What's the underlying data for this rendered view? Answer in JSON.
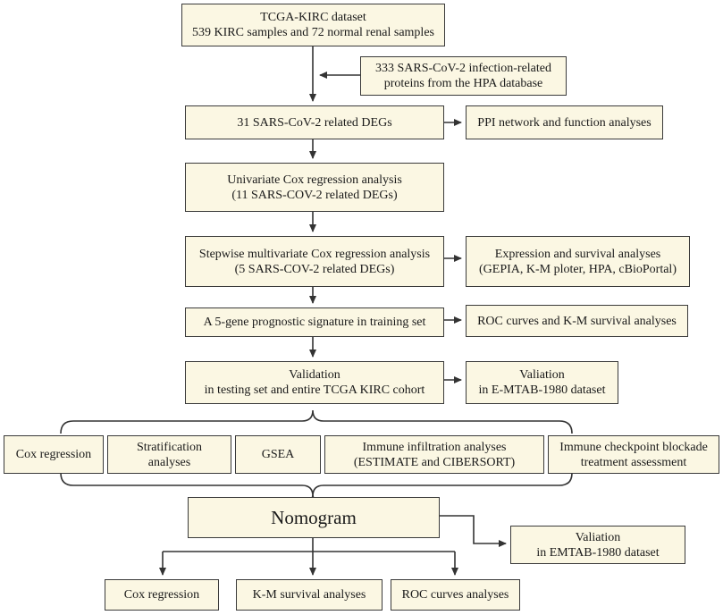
{
  "nodes": {
    "tcga": [
      "TCGA-KIRC dataset",
      "539 KIRC samples and 72 normal renal samples"
    ],
    "hpa": [
      "333  SARS-CoV-2 infection-related",
      "proteins from the HPA database"
    ],
    "degs31": [
      "31 SARS-CoV-2 related DEGs"
    ],
    "ppi": [
      "PPI network and function analyses"
    ],
    "univariate": [
      "Univariate Cox regression analysis",
      "(11 SARS-COV-2 related DEGs)"
    ],
    "stepwise": [
      "Stepwise multivariate Cox regression analysis",
      "(5 SARS-COV-2 related DEGs)"
    ],
    "expression": [
      "Expression and survival analyses",
      "(GEPIA, K-M ploter, HPA, cBioPortal)"
    ],
    "signature": [
      "A 5-gene prognostic signature in training set"
    ],
    "roc_km": [
      "ROC curves and K-M survival analyses"
    ],
    "validation": [
      "Validation",
      "in testing set and entire TCGA KIRC cohort"
    ],
    "valiation_emtab": [
      "Valiation",
      "in E-MTAB-1980 dataset"
    ],
    "cox": [
      "Cox regression"
    ],
    "stratification": [
      "Stratification",
      "analyses"
    ],
    "gsea": [
      "GSEA"
    ],
    "immune_infiltration": [
      "Immune infiltration analyses",
      "(ESTIMATE and CIBERSORT)"
    ],
    "checkpoint": [
      "Immune checkpoint blockade",
      "treatment assessment"
    ],
    "nomogram": [
      "Nomogram"
    ],
    "valiation_emtab2": [
      "Valiation",
      "in EMTAB-1980 dataset"
    ],
    "nomo_cox": [
      "Cox regression"
    ],
    "nomo_km": [
      "K-M survival analyses"
    ],
    "nomo_roc": [
      "ROC curves analyses"
    ]
  }
}
